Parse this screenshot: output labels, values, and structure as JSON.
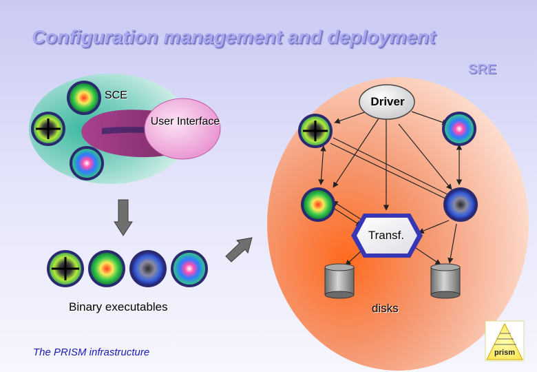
{
  "title": "Configuration management and deployment",
  "sre_label": "SRE",
  "sce_label": "SCE",
  "user_interface_label": "User Interface",
  "driver_label": "Driver",
  "transf_label": "Transf.",
  "binary_label": "Binary executables",
  "disks_label": "disks",
  "footer_label": "The PRISM infrastructure",
  "logo_text": "prism",
  "colors": {
    "title": "#a8a8ef",
    "sre_region": "#f59a74",
    "sce_region": "#8fd6c9",
    "user_interface": "#b03a8d",
    "transformer": "#3737b5",
    "footer": "#1a1ab0"
  },
  "icons": [
    "mandala-icon-green-red",
    "spiral-icon-green-blue",
    "fractal-icon-green-black",
    "fractal-icon-blue-gray"
  ]
}
